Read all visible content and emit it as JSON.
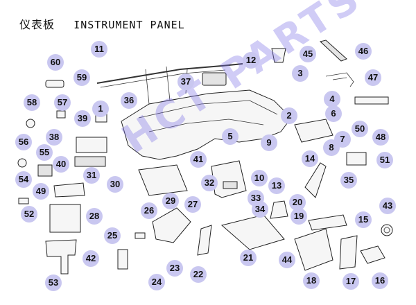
{
  "header": {
    "title_cn": "仪表板",
    "title_en": "INSTRUMENT PANEL"
  },
  "watermark": "HCT PARTS",
  "accent_color": "#c9c7f0",
  "callouts": [
    "1",
    "2",
    "3",
    "4",
    "5",
    "6",
    "7",
    "8",
    "9",
    "10",
    "11",
    "12",
    "13",
    "14",
    "15",
    "16",
    "17",
    "18",
    "19",
    "20",
    "21",
    "22",
    "23",
    "24",
    "25",
    "26",
    "27",
    "28",
    "29",
    "30",
    "31",
    "32",
    "33",
    "34",
    "35",
    "36",
    "37",
    "38",
    "39",
    "40",
    "41",
    "42",
    "43",
    "44",
    "45",
    "46",
    "47",
    "48",
    "49",
    "50",
    "51",
    "52",
    "53",
    "54",
    "55",
    "56",
    "57",
    "58",
    "59",
    "60"
  ]
}
